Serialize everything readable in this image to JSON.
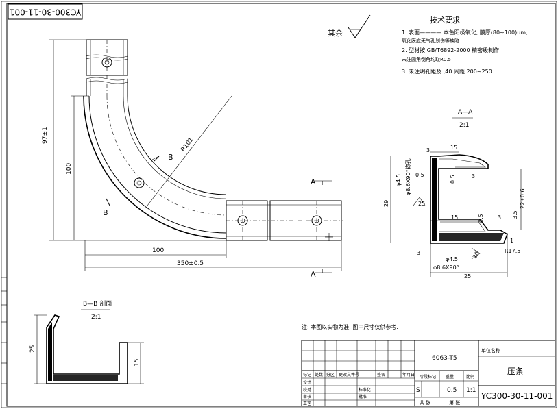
{
  "drawing_number": "YC300-30-11-001",
  "part_name": "压条",
  "material": "6063-T5",
  "scale": "1:1",
  "weight": "0.5",
  "stage": "S",
  "sheet_total": "共  张",
  "sheet_current": "第  张",
  "owner_unit": "单位名称",
  "surface_roughness": "其余",
  "tech_requirements": {
    "title": "技术要求",
    "items": [
      "1. 表面————  本色阳极氧化, 膜厚(80~100)um,",
      "   氧化膜应无气孔划伤等缺陷.",
      "2. 型材按  GB/T6892-2000  精密级制作.",
      "   未注圆角倒角均取R0.5",
      "3. 未注明孔距及  ,40 间距  200~250."
    ]
  },
  "note_bottom": "注: 本图以实物为准, 图中尺寸仅供参考.",
  "section_aa": {
    "label": "A—A",
    "scale": "2:1"
  },
  "section_bb": {
    "label": "B—B 剖面",
    "scale": "2:1"
  },
  "main_view": {
    "dim_height": "97±1",
    "dim_100_vertical": "100",
    "dim_100_horizontal": "100",
    "dim_length": "350±0.5",
    "radius": "R101",
    "label_a_top": "A",
    "label_a_bottom": "A",
    "label_b_top": "B",
    "label_b_bottom": "B"
  },
  "aa_dims": {
    "d15_top": "15",
    "d3_top": "3",
    "d0_5a": "0.5",
    "d0_5b": "0.5",
    "d3_right": "3",
    "d4_5": "φ4.5",
    "d8_6": "φ8.6X90°锪孔",
    "d29": "29",
    "d25_angle": "25",
    "d22": "22±0.6",
    "d15_mid": "15",
    "d3_5": "3.5",
    "d0_5c": "0.5",
    "d3c": "3",
    "d1": "1",
    "d17_5": "R17.5",
    "d4_5b": "φ4.5",
    "d8_6b": "φ8.6X90°",
    "d20": "20",
    "d25_bottom": "25",
    "d3_bot": "3"
  },
  "bb_dims": {
    "d25": "25",
    "d15": "15"
  },
  "title_block": {
    "row_labels": [
      "标记",
      "处数",
      "分区",
      "更改文件号",
      "签名",
      "年月日"
    ],
    "roles": [
      "设计",
      "校对",
      "审核",
      "工艺"
    ],
    "roles2": [
      "标准化",
      "批准"
    ],
    "stage_label": "阶段标记",
    "weight_label": "重量",
    "scale_label": "比例"
  }
}
